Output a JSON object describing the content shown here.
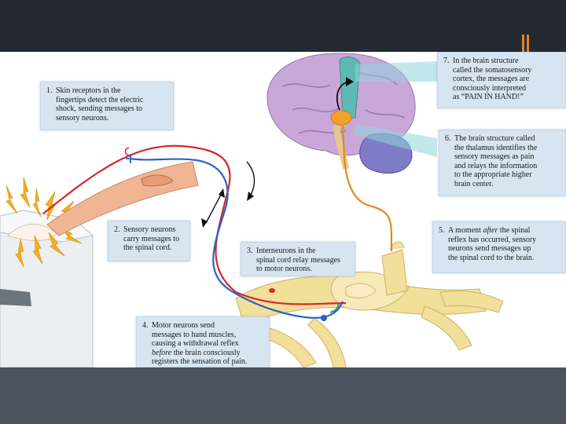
{
  "diagram": {
    "callouts": [
      {
        "id": "1",
        "number": "1.",
        "text": "Skin receptors in the\nfingertips detect the electric\nshock, sending messages to\nsensory neurons."
      },
      {
        "id": "2",
        "number": "2.",
        "text": "Sensory neurons\ncarry messages to\nthe spinal cord."
      },
      {
        "id": "3",
        "number": "3.",
        "text": "Interneurons in the\nspinal cord relay messages\nto motor neurons."
      },
      {
        "id": "4",
        "number": "4.",
        "text_before": "Motor neurons send\nmessages to hand muscles,\ncausing a withdrawal reflex\n",
        "text_emph": "before",
        "text_after": " the brain consciously\nregisters the sensation of pain."
      },
      {
        "id": "5",
        "number": "5.",
        "text_before": "A moment ",
        "text_emph": "after",
        "text_after": " the spinal\nreflex has occurred, sensory\nneurons send messages up\nthe spinal cord to the brain."
      },
      {
        "id": "6",
        "number": "6.",
        "text": "The brain structure called\nthe thalamus identifies the\nsensory messages as pain\nand relays the information\nto the appropriate higher\nbrain center."
      },
      {
        "id": "7",
        "number": "7.",
        "text": "In the brain structure\ncalled the somatosensory\ncortex, the messages are\nconsciously interpreted\nas “PAIN IN HAND!”"
      }
    ]
  },
  "colors": {
    "slide_top_bar": "#242a31",
    "slide_bottom_bar": "#4a525c",
    "accent": "#e0822a",
    "callout_fill": "#d7e5f2",
    "sensory_neuron": "#d42a2a",
    "motor_neuron": "#2a62c4",
    "ascending_pathway": "#e08a1a",
    "brain": "#c9a7d8",
    "spinal_cord": "#f2df9a",
    "shock_bolt": "#f2b01e"
  }
}
